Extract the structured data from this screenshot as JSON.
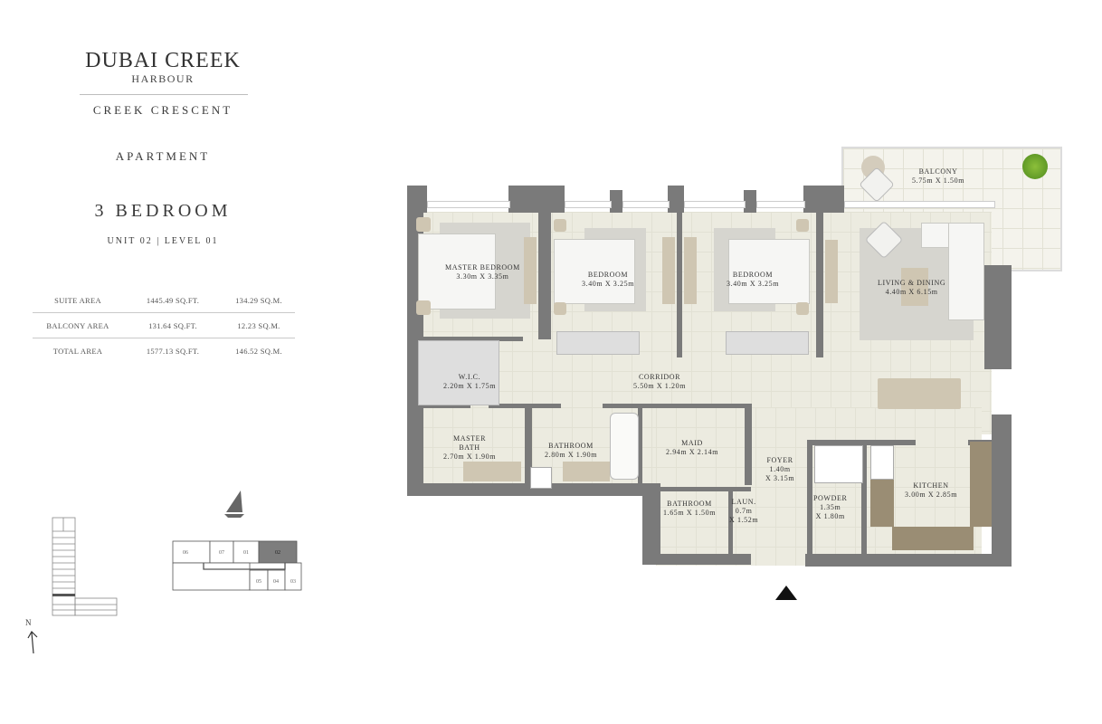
{
  "brand": {
    "name": "DUBAI CREEK",
    "sub": "HARBOUR"
  },
  "project": "CREEK CRESCENT",
  "property_type": "APARTMENT",
  "bedrooms_label": "3 BEDROOM",
  "unit_level": "UNIT 02 | LEVEL 01",
  "areas": [
    {
      "label": "SUITE AREA",
      "sqft": "1445.49 SQ.FT.",
      "sqm": "134.29 SQ.M."
    },
    {
      "label": "BALCONY AREA",
      "sqft": "131.64 SQ.FT.",
      "sqm": "12.23 SQ.M."
    },
    {
      "label": "TOTAL AREA",
      "sqft": "1577.13 SQ.FT.",
      "sqm": "146.52 SQ.M."
    }
  ],
  "rooms": {
    "balcony": {
      "name": "BALCONY",
      "dim": "5.75m X 1.50m"
    },
    "master_bedroom": {
      "name": "MASTER BEDROOM",
      "dim": "3.30m X 3.35m"
    },
    "bedroom2": {
      "name": "BEDROOM",
      "dim": "3.40m X 3.25m"
    },
    "bedroom3": {
      "name": "BEDROOM",
      "dim": "3.40m X 3.25m"
    },
    "living": {
      "name": "LIVING & DINING",
      "dim": "4.40m X 6.15m"
    },
    "wic": {
      "name": "W.I.C.",
      "dim": "2.20m X 1.75m"
    },
    "corridor": {
      "name": "CORRIDOR",
      "dim": "5.50m X 1.20m"
    },
    "master_bath": {
      "name": "MASTER",
      "name2": "BATH",
      "dim": "2.70m X 1.90m"
    },
    "bathroom": {
      "name": "BATHROOM",
      "dim": "2.80m X 1.90m"
    },
    "maid": {
      "name": "MAID",
      "dim": "2.94m X 2.14m"
    },
    "foyer": {
      "name": "FOYER",
      "dim": "1.40m",
      "dim2": "X 3.15m"
    },
    "maid_bathroom": {
      "name": "BATHROOM",
      "dim": "1.65m X 1.50m"
    },
    "laundry": {
      "name": "LAUN.",
      "dim": "0.7m",
      "dim2": "X 1.52m"
    },
    "powder": {
      "name": "POWDER",
      "dim": "1.35m",
      "dim2": "X 1.80m"
    },
    "kitchen": {
      "name": "KITCHEN",
      "dim": "3.00m X 2.85m"
    }
  },
  "keyplan": {
    "units": [
      "06",
      "07",
      "01",
      "02",
      "05",
      "04",
      "03"
    ],
    "highlighted": "02",
    "north_label": "N"
  },
  "colors": {
    "wall": "#7a7a7a",
    "floor": "#ecebe0",
    "highlight": "#7d7d7d"
  }
}
